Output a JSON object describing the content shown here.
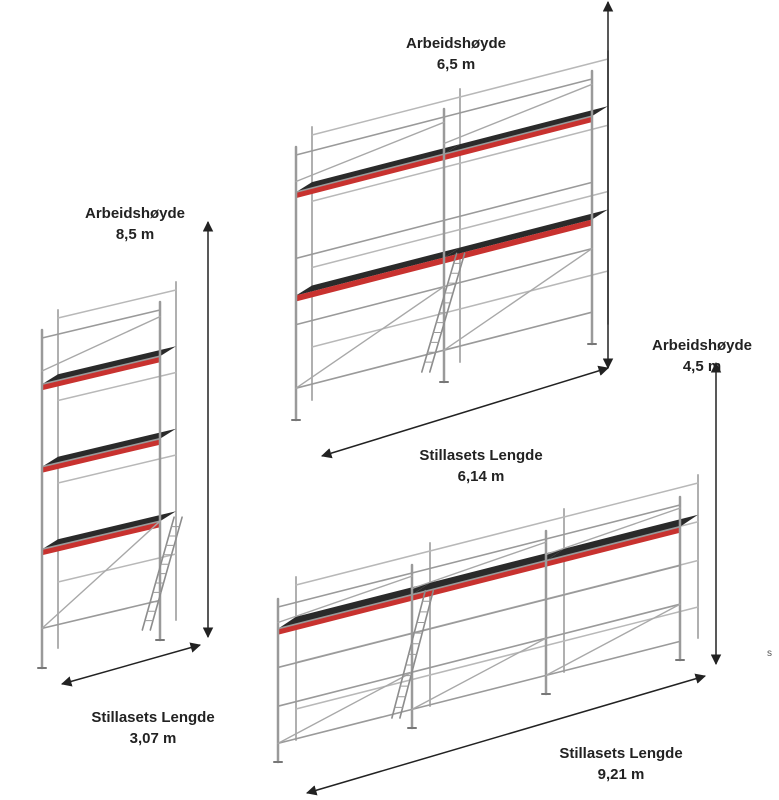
{
  "scaffolds": [
    {
      "id": "small",
      "height_label": "Arbeidshøyde",
      "height_value": "8,5 m",
      "length_label": "Stillasets Lengde",
      "length_value": "3,07 m",
      "bays": 1,
      "platform_levels": 3
    },
    {
      "id": "medium",
      "height_label": "Arbeidshøyde",
      "height_value": "6,5 m",
      "length_label": "Stillasets Lengde",
      "length_value": "6,14 m",
      "bays": 2,
      "platform_levels": 2
    },
    {
      "id": "large",
      "height_label": "Arbeidshøyde",
      "height_value": "4,5 m",
      "length_label": "Stillasets Lengde",
      "length_value": "9,21 m",
      "bays": 3,
      "platform_levels": 1
    }
  ],
  "stray_text": "s",
  "colors": {
    "frame": "#9a9a9a",
    "deck_red": "#c8322f",
    "deck_dark": "#2a2a2a",
    "arrow": "#222222",
    "text": "#222222"
  }
}
